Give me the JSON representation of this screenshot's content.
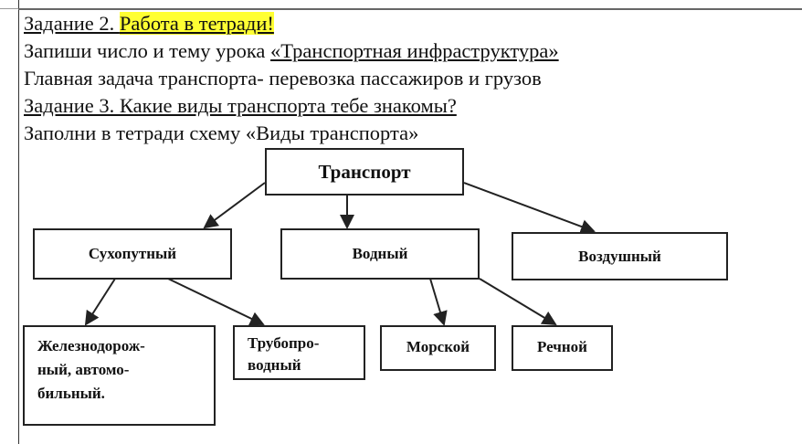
{
  "task2": {
    "prefix": "Задание 2. ",
    "highlight": "Работа в тетради!"
  },
  "line2": {
    "text": "Запиши число и тему урока ",
    "topic": "«Транспортная инфраструктура»"
  },
  "line3": "Главная задача транспорта- перевозка пассажиров и грузов",
  "task3": "Задание 3. Какие виды транспорта тебе знакомы?",
  "line5": "Заполни в тетради  схему «Виды транспорта»",
  "diagram": {
    "root": "Транспорт",
    "level1": [
      "Сухопутный",
      "Водный",
      "Воздушный"
    ],
    "level2": [
      "Железнодорож-\nный, автомо-\nбильный.",
      "Трубопро-\nводный",
      "Морской",
      "Речной"
    ]
  }
}
